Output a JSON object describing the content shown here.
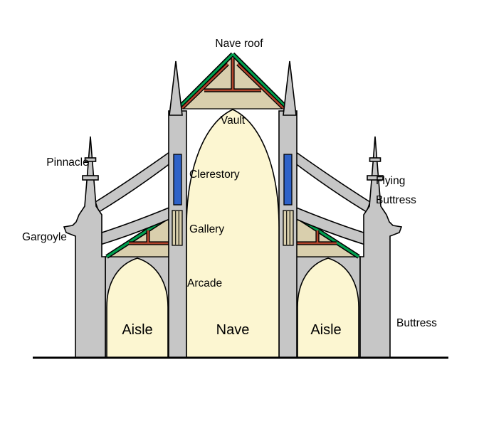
{
  "diagram": {
    "labels": {
      "nave_roof": "Nave roof",
      "vault": "Vault",
      "pinnacle": "Pinnacle",
      "clerestory": "Clerestory",
      "flying_buttress": {
        "line1": "Flying",
        "line2": "Buttress"
      },
      "gargoyle": "Gargoyle",
      "gallery": "Gallery",
      "arcade": "Arcade",
      "aisle_left": "Aisle",
      "nave": "Nave",
      "aisle_right": "Aisle",
      "buttress": "Buttress"
    },
    "colors": {
      "stone_gray": "#c6c6c6",
      "interior_cream": "#fcf6d1",
      "roof_space_tan": "#d9cfad",
      "roof_edge_green": "#00a04f",
      "timber_red": "#b2452c",
      "window_blue": "#2e62c8",
      "outline_black": "#000000",
      "background_white": "#ffffff"
    }
  }
}
